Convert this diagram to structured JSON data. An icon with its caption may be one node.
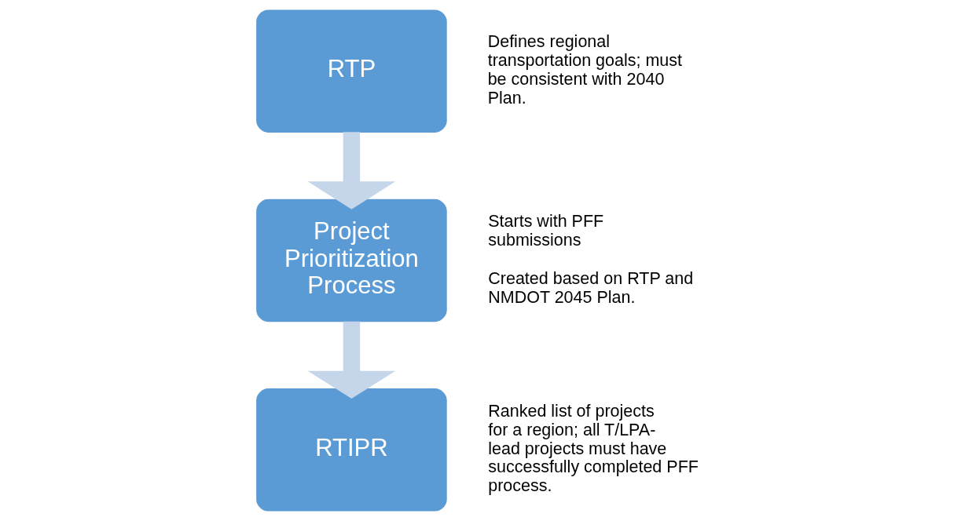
{
  "diagram": {
    "nodes": [
      {
        "text": [
          "RTP"
        ],
        "beside": [
          "Defines regional transportation goals; must be consistent with 2040 Plan."
        ]
      },
      {
        "text": [
          "Project Prioritization Process"
        ],
        "beside": [
          "Starts with PFF submissions",
          "Created based on RTP and NMDOT 2045 Plan."
        ]
      },
      {
        "text": [
          "RTIPR"
        ],
        "beside": [
          "Ranked list of projects for a region; all T/LPA-lead projects must have successfully completed PFF process."
        ]
      }
    ],
    "edges": [
      {
        "from": 0,
        "to": 1,
        "arrow": "to"
      },
      {
        "from": 1,
        "to": 2,
        "arrow": "to"
      }
    ]
  }
}
